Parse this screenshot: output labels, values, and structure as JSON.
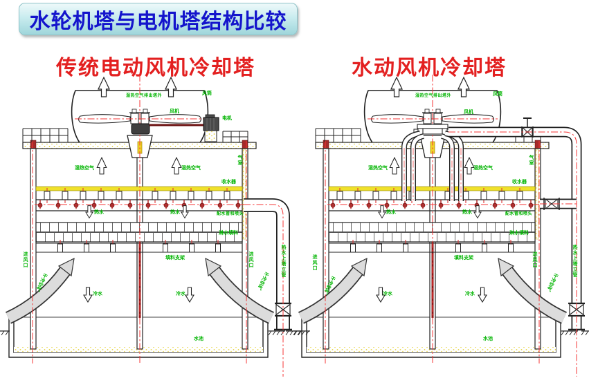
{
  "banner": {
    "title": "水轮机塔与电机塔结构比较"
  },
  "subtitles": {
    "left": "传统电动风机冷却塔",
    "right": "水动风机冷却塔"
  },
  "labels": {
    "air_out": "湿热空气排出塔外",
    "fan_stack": "风筒",
    "fan": "风机",
    "motor": "电机",
    "humid_air": "湿热空气",
    "air_chamber": "气室",
    "drift_eliminator": "收水器",
    "hot_water": "热水",
    "dist_pipes": "配水管和喷头",
    "fill": "淋水填料",
    "fill_support": "填料支架",
    "air_inlet": "进风口",
    "dry_cold_air": "干冷空气",
    "cold_water": "冷水",
    "basin": "水池",
    "riser": "热水上塔立管"
  },
  "colors": {
    "title_text": "#1414cc",
    "banner_bg": "#c9ecef",
    "subtitle_red": "#e32020",
    "label_green": "#00b400",
    "centerline_red": "#f43434",
    "eliminator_yellow": "#f0e12a",
    "shaft_dark_red": "#6b1010",
    "inlet_arrow_gray": "#dcdcdc"
  }
}
